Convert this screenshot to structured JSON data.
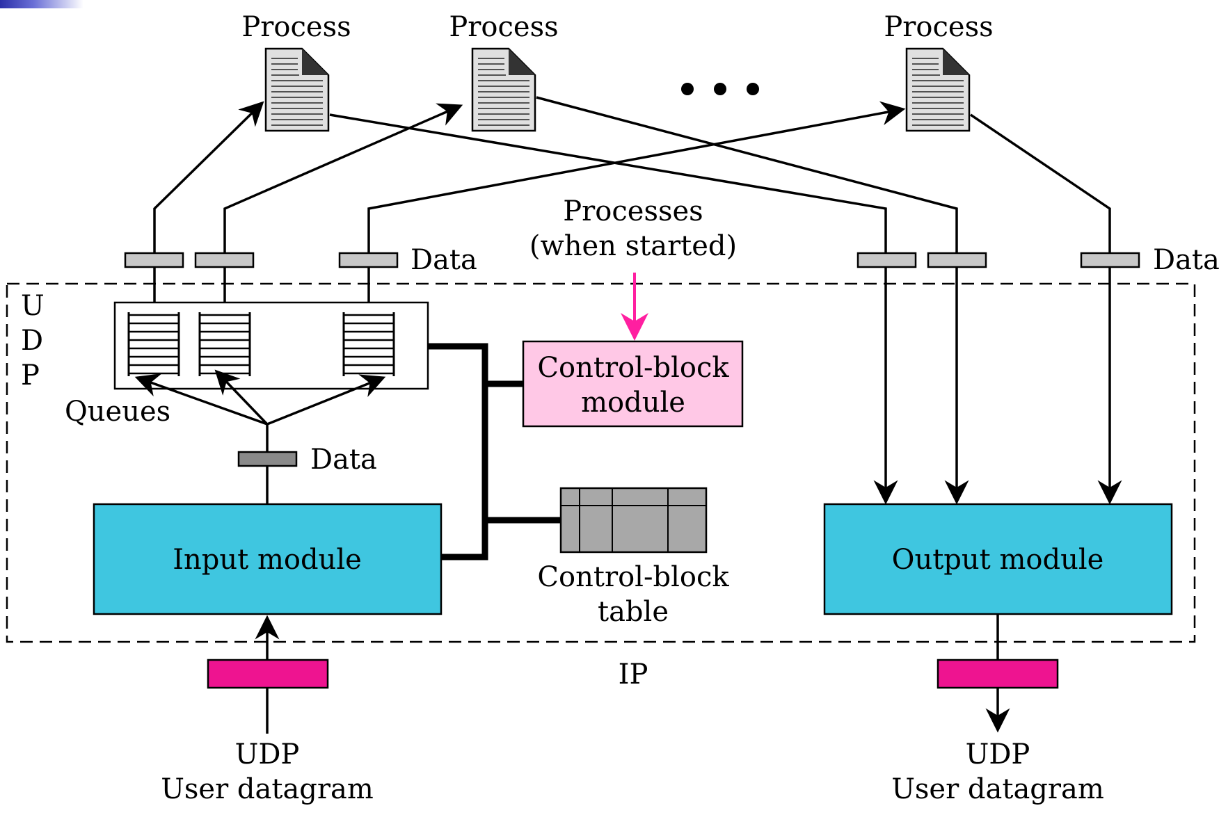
{
  "labels": {
    "process_1": "Process",
    "process_2": "Process",
    "process_3": "Process",
    "processes_started_line1": "Processes",
    "processes_started_line2": "(when started)",
    "data_left": "Data",
    "data_right": "Data",
    "data_middle": "Data",
    "udp_vertical": [
      "U",
      "D",
      "P"
    ],
    "queues": "Queues",
    "control_block_module_line1": "Control-block",
    "control_block_module_line2": "module",
    "control_block_table_line1": "Control-block",
    "control_block_table_line2": "table",
    "input_module": "Input module",
    "output_module": "Output module",
    "ip": "IP",
    "udp_left_line1": "UDP",
    "udp_left_line2": "User datagram",
    "udp_right_line1": "UDP",
    "udp_right_line2": "User datagram"
  },
  "colors": {
    "module_fill": "#3fc6e0",
    "control_module_fill": "#ffc8e6",
    "datagram_fill": "#ee1490",
    "pink_arrow": "#ff1fa0",
    "data_bar_light": "#c8c8c8",
    "data_bar_dark": "#8a8a8a",
    "table_fill": "#a8a8a8",
    "document_fill": "#e0e0e0"
  },
  "icons": {
    "process_document": "document-icon",
    "ellipsis": "ellipsis-dots"
  }
}
